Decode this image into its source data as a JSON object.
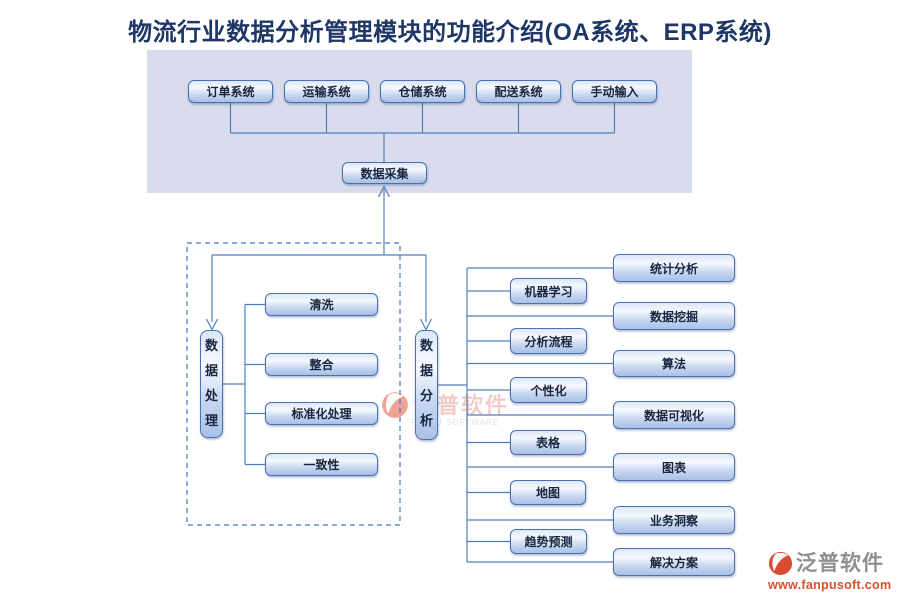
{
  "title": "物流行业数据分析管理模块的功能介绍(OA系统、ERP系统)",
  "sources": [
    {
      "label": "订单系统"
    },
    {
      "label": "运输系统"
    },
    {
      "label": "仓储系统"
    },
    {
      "label": "配送系统"
    },
    {
      "label": "手动输入"
    }
  ],
  "collection": {
    "label": "数据采集"
  },
  "processing": {
    "label": "数据处理",
    "children": [
      {
        "label": "清洗"
      },
      {
        "label": "整合"
      },
      {
        "label": "标准化处理"
      },
      {
        "label": "一致性"
      }
    ]
  },
  "analysis": {
    "label": "数据分析",
    "inner": [
      {
        "label": "机器学习"
      },
      {
        "label": "分析流程"
      },
      {
        "label": "个性化"
      },
      {
        "label": "表格"
      },
      {
        "label": "地图"
      },
      {
        "label": "趋势预测"
      }
    ],
    "outer": [
      {
        "label": "统计分析"
      },
      {
        "label": "数据挖掘"
      },
      {
        "label": "算法"
      },
      {
        "label": "数据可视化"
      },
      {
        "label": "图表"
      },
      {
        "label": "业务洞察"
      },
      {
        "label": "解决方案"
      }
    ]
  },
  "watermark": {
    "brand": "泛普软件",
    "brand_en": "FANPU SOFTWARE"
  },
  "footer": {
    "brand": "泛普软件",
    "url": "www.fanpusoft.com"
  },
  "colors": {
    "title_text": "#1e3767",
    "panel_bg": "#d8dcec",
    "node_border": "#4c70b0",
    "node_text": "#18253f",
    "connector": "#4f80bd",
    "dashed_border": "#4673c2",
    "brand_red": "#d84b2f",
    "footer_url": "#d9502e"
  }
}
